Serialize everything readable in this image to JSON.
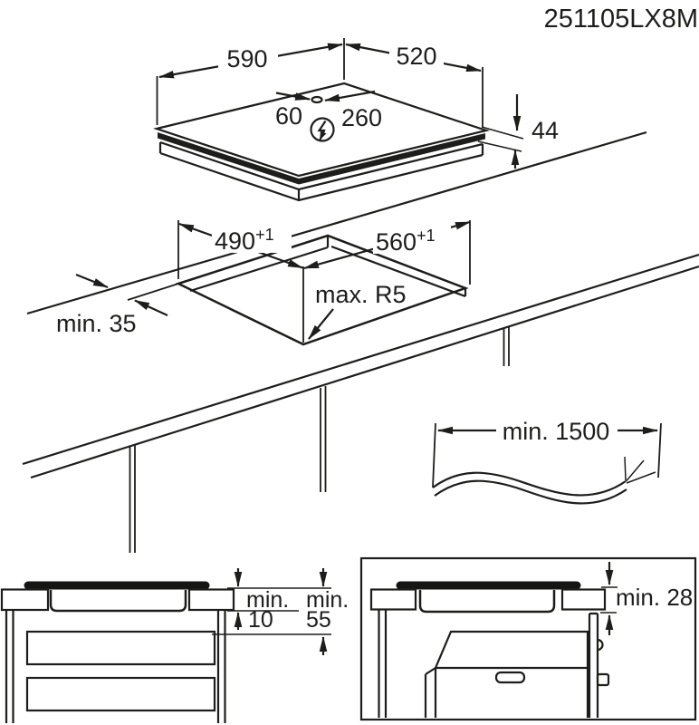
{
  "title": "251105LX8M",
  "hob": {
    "width_mm": "590",
    "depth_mm": "520",
    "height_mm": "44",
    "cable_hole_offset_left_mm": "60",
    "cable_hole_offset_right_mm": "260",
    "power_icon": "lightning-bolt-in-circle"
  },
  "cutout": {
    "depth_mm": "490",
    "depth_tolerance": "+1",
    "width_mm": "560",
    "width_tolerance": "+1",
    "corner_radius": "max. R5",
    "front_edge_clearance": "min. 35"
  },
  "cable": {
    "length": "min. 1500"
  },
  "drawer_section": {
    "clearances": [
      {
        "label": "min.",
        "value": "10"
      },
      {
        "label": "min.",
        "value": "55"
      }
    ]
  },
  "oven_section": {
    "clearance": "min. 28"
  },
  "colors": {
    "line": "#1d1d1b",
    "background": "#ffffff"
  }
}
